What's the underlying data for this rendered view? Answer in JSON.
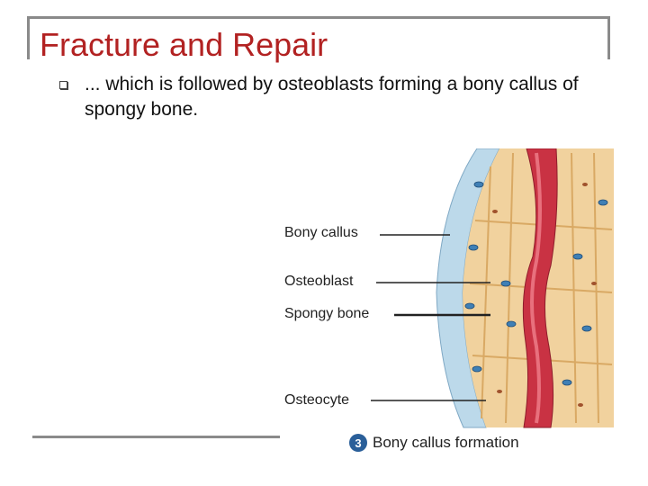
{
  "slide": {
    "title": "Fracture and Repair",
    "bullet": "... which is followed by osteoblasts forming a bony callus of spongy bone."
  },
  "figure": {
    "labels": {
      "bony_callus": "Bony callus",
      "osteoblast": "Osteoblast",
      "spongy_bone": "Spongy bone",
      "osteocyte": "Osteocyte"
    },
    "caption": {
      "step_number": "3",
      "text": "Bony callus formation"
    }
  },
  "colors": {
    "title": "#b22222",
    "frame": "#8a8a8a",
    "bone_tissue": "#f1d29e",
    "blood_vessel": "#c93243",
    "osteoblast": "#3f7fb5",
    "periosteum": "#bcd9ea",
    "step_badge": "#2a5f99"
  }
}
